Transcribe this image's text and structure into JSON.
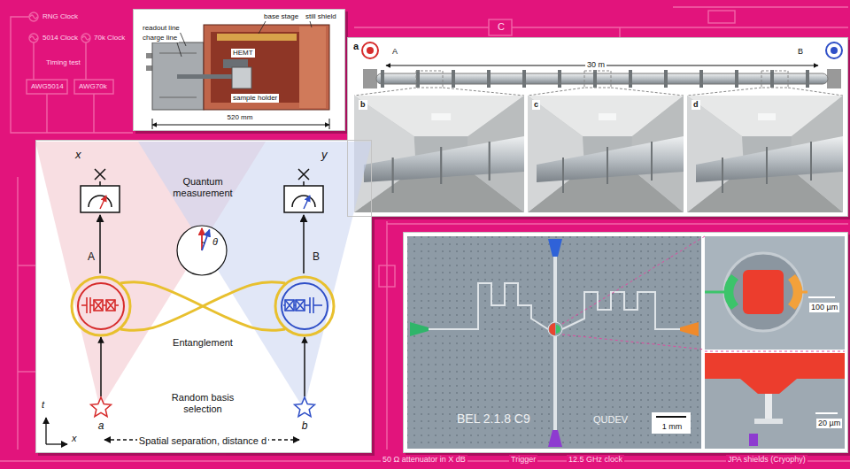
{
  "diagram": {
    "nodes": [
      {
        "text": [
          "readout line",
          "charge line",
          "HEMT",
          "base stage",
          "still shield",
          "sample holder",
          "520 mm"
        ]
      },
      {
        "text": [
          "a",
          "30 m",
          "A",
          "B",
          "b",
          "c",
          "d"
        ]
      },
      {
        "text": [
          "x",
          "y",
          "Quantum measurement",
          "θ",
          "Entanglement",
          "Random basis selection",
          "t",
          "x",
          "Spatial separation, distance d"
        ]
      },
      {
        "text": [
          "A"
        ],
        "in": 2
      },
      {
        "text": [
          "B"
        ],
        "in": 2
      },
      {
        "text": [
          "a"
        ],
        "in": 2
      },
      {
        "text": [
          "b"
        ],
        "in": 2
      },
      {
        "text": [
          "BEL 2.1.8 C9",
          "QUDEV",
          "1 mm",
          "100 µm",
          "20 µm"
        ]
      }
    ],
    "edges": [
      {
        "from": 5,
        "to": 3,
        "arrow": "to"
      },
      {
        "from": 6,
        "to": 4,
        "arrow": "to"
      },
      {
        "from": 3,
        "to": 4,
        "arrow": "none"
      }
    ],
    "labels": [
      "RNG Clock",
      "5014 Clock",
      "70k Clock",
      "Timing test",
      "AWG5014",
      "AWG70k",
      "C",
      "50 Ω attenuator in X dB",
      "Trigger",
      "12.5 GHz clock",
      "JPA shields (Cryophy)"
    ]
  }
}
